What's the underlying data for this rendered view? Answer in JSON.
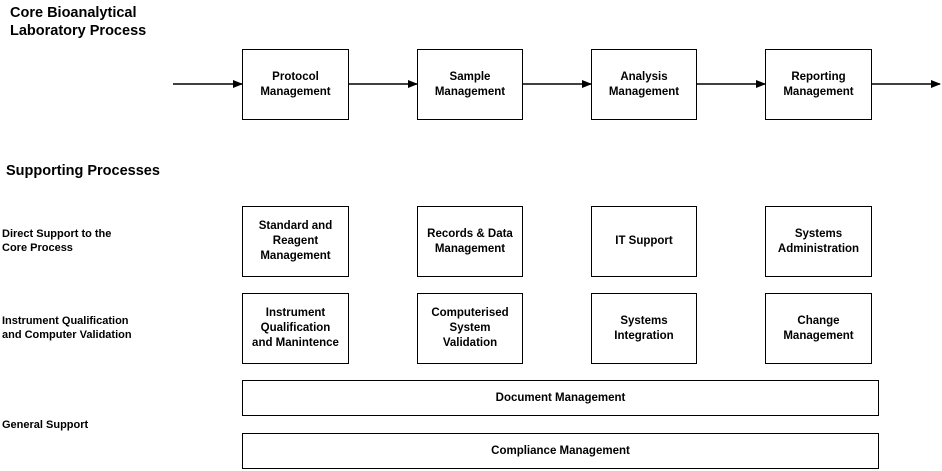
{
  "core": {
    "title_line1": "Core Bioanalytical",
    "title_line2": "Laboratory Process",
    "steps": [
      [
        "Protocol",
        "Management"
      ],
      [
        "Sample",
        "Management"
      ],
      [
        "Analysis",
        "Management"
      ],
      [
        "Reporting",
        "Management"
      ]
    ]
  },
  "supporting": {
    "title": "Supporting Processes",
    "direct_label": [
      "Direct Support to the",
      "Core Process"
    ],
    "direct_boxes": [
      [
        "Standard and",
        "Reagent",
        "Management"
      ],
      [
        "Records & Data",
        "Management"
      ],
      [
        "IT Support"
      ],
      [
        "Systems",
        "Administration"
      ]
    ],
    "instrument_label": [
      "Instrument Qualification",
      "and Computer Validation"
    ],
    "instrument_boxes": [
      [
        "Instrument",
        "Qualification",
        "and Manintence"
      ],
      [
        "Computerised",
        "System",
        "Validation"
      ],
      [
        "Systems",
        "Integration"
      ],
      [
        "Change",
        "Management"
      ]
    ],
    "general_label": "General Support",
    "general_boxes": [
      "Document Management",
      "Compliance Management"
    ]
  }
}
